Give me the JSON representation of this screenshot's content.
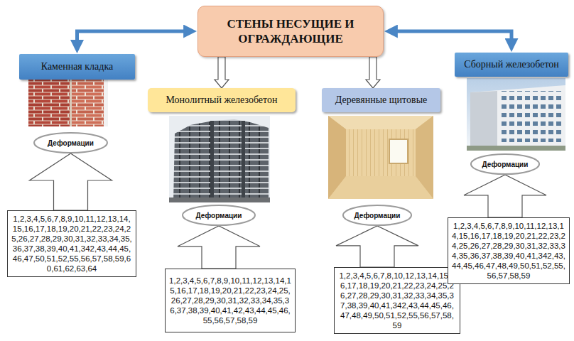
{
  "diagram": {
    "nodes": [
      {
        "text": [
          "СТЕНЫ НЕСУЩИЕ И ОГРАЖДАЮЩИЕ"
        ]
      },
      {
        "text": [
          "Каменная кладка"
        ]
      },
      {
        "text": [
          "Монолитный железобетон"
        ]
      },
      {
        "text": [
          "Деревянные щитовые"
        ]
      },
      {
        "text": [
          "Сборный железобетон"
        ]
      },
      {
        "text": [
          "Деформации"
        ]
      },
      {
        "text": [
          "1,2,3,4,5,6,7,8,9,10,11,12,13,14,15,16,17,18,19,20,21,22,23,24,25,26,27,28,29,30,31,32,33,34,35,36,37,38,39,40,41,342,43,44,45,46,47,50,51,52,55,56,57,58,59,60,61,62,63,64"
        ]
      },
      {
        "text": [
          "Деформации"
        ]
      },
      {
        "text": [
          "1,2,3,4,5,6,7,8,9,10,11,12,13,14,15,16,17,18,19,20,21,22,23,24,25,26,27,28,29,30,31,32,33,34,35,36,37,38,39,40,41,42,43,44,45,46,55,56,57,58,59"
        ]
      },
      {
        "text": [
          "Деформации"
        ]
      },
      {
        "text": [
          "1,2,3,4,5,6,7,8,10,12,13,14,15,16,17,18,19,20,21,22,23,24,25,26,27,28,29,30,31,32,33,34,35,37,38,39,40,41,342,43,44,45,46,47,48,49,50,51,52,55,56,57,58,59"
        ]
      },
      {
        "text": [
          "Деформации"
        ]
      },
      {
        "text": [
          "1,2,3,4,5,6,7,8,9,10,11,12,13,14,15,16,17,18,19,20,21,22,23,24,25,26,27,28,29,30,31,32,33,34,35,36,37,38,39,40,41,342,43,44,45,46,47,48,49,50,51,52,55,56,57,58,59"
        ]
      }
    ],
    "edges": [
      {
        "from": 0,
        "to": 1,
        "arrow": "both"
      },
      {
        "from": 0,
        "to": 2,
        "arrow": "to"
      },
      {
        "from": 0,
        "to": 3,
        "arrow": "to"
      },
      {
        "from": 0,
        "to": 4,
        "arrow": "both"
      },
      {
        "from": 6,
        "to": 5,
        "arrow": "to"
      },
      {
        "from": 8,
        "to": 7,
        "arrow": "to"
      },
      {
        "from": 10,
        "to": 9,
        "arrow": "to"
      },
      {
        "from": 12,
        "to": 11,
        "arrow": "to"
      }
    ]
  }
}
